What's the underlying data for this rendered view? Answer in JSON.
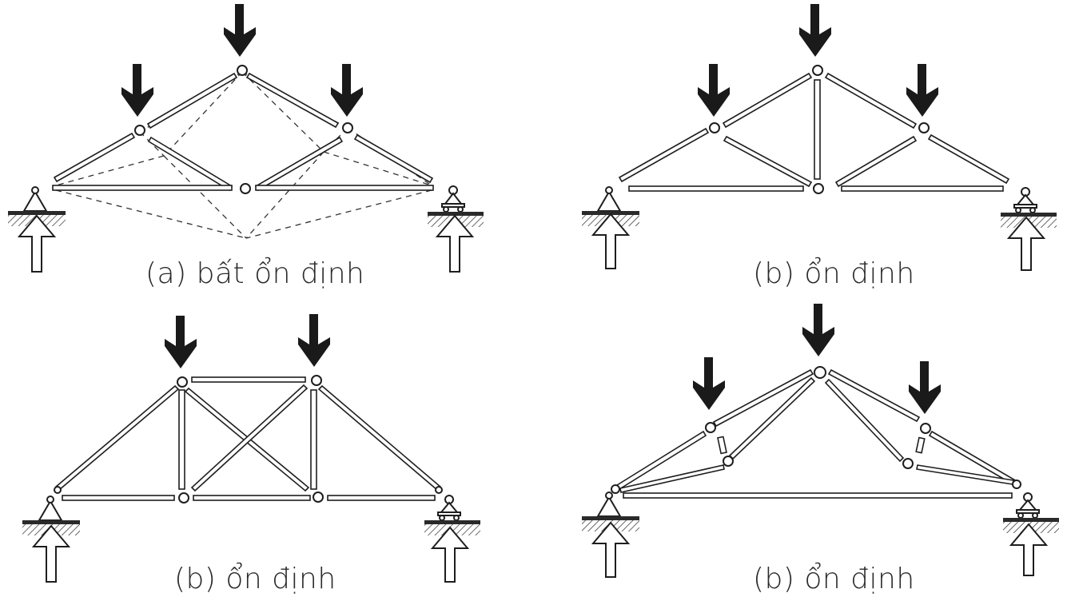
{
  "panels": [
    {
      "id": "a",
      "caption": "(a) bất ổn định"
    },
    {
      "id": "b1",
      "caption": "(b) ổn định"
    },
    {
      "id": "b2",
      "caption": "(b) ổn định"
    },
    {
      "id": "b3",
      "caption": "(b) ổn định"
    }
  ],
  "colors": {
    "ink": "#1e1e1e",
    "paper": "#ffffff"
  },
  "icons": [
    "load-arrow-icon",
    "reaction-arrow-icon",
    "pin-support-icon",
    "roller-support-icon"
  ]
}
